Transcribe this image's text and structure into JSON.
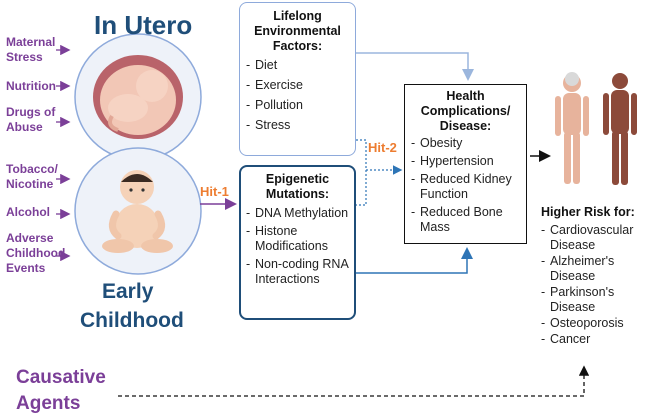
{
  "titles": {
    "in_utero": "In Utero",
    "early_childhood_1": "Early",
    "early_childhood_2": "Childhood"
  },
  "agents_utero": [
    "Maternal Stress",
    "Nutrition",
    "Drugs of Abuse"
  ],
  "agents_childhood": [
    "Tobacco/ Nicotine",
    "Alcohol",
    "Adverse Childhood Events"
  ],
  "hits": {
    "hit1": "Hit-1",
    "hit2": "Hit-2"
  },
  "lifelong_box": {
    "title": "Lifelong Environmental Factors:",
    "items": [
      "Diet",
      "Exercise",
      "Pollution",
      "Stress"
    ]
  },
  "epigenetic_box": {
    "title": "Epigenetic Mutations:",
    "items": [
      "DNA Methylation",
      "Histone Modifications",
      "Non-coding RNA Interactions"
    ]
  },
  "health_box": {
    "title": "Health Complications/ Disease:",
    "items": [
      "Obesity",
      "Hypertension",
      "Reduced Kidney Function",
      "Reduced Bone Mass"
    ]
  },
  "risk": {
    "title": "Higher Risk for:",
    "items": [
      "Cardiovascular Disease",
      "Alzheimer's Disease",
      "Parkinson's Disease",
      "Osteoporosis",
      "Cancer"
    ]
  },
  "causative": {
    "line1": "Causative",
    "line2": "Agents"
  },
  "colors": {
    "title_blue": "#1f4e79",
    "agent_purple": "#7b3f98",
    "hit_orange": "#ed7d31",
    "box_border_light": "#8eaadb",
    "box_border_dark": "#1f4e79",
    "arrow_blue": "#2e75b6"
  }
}
